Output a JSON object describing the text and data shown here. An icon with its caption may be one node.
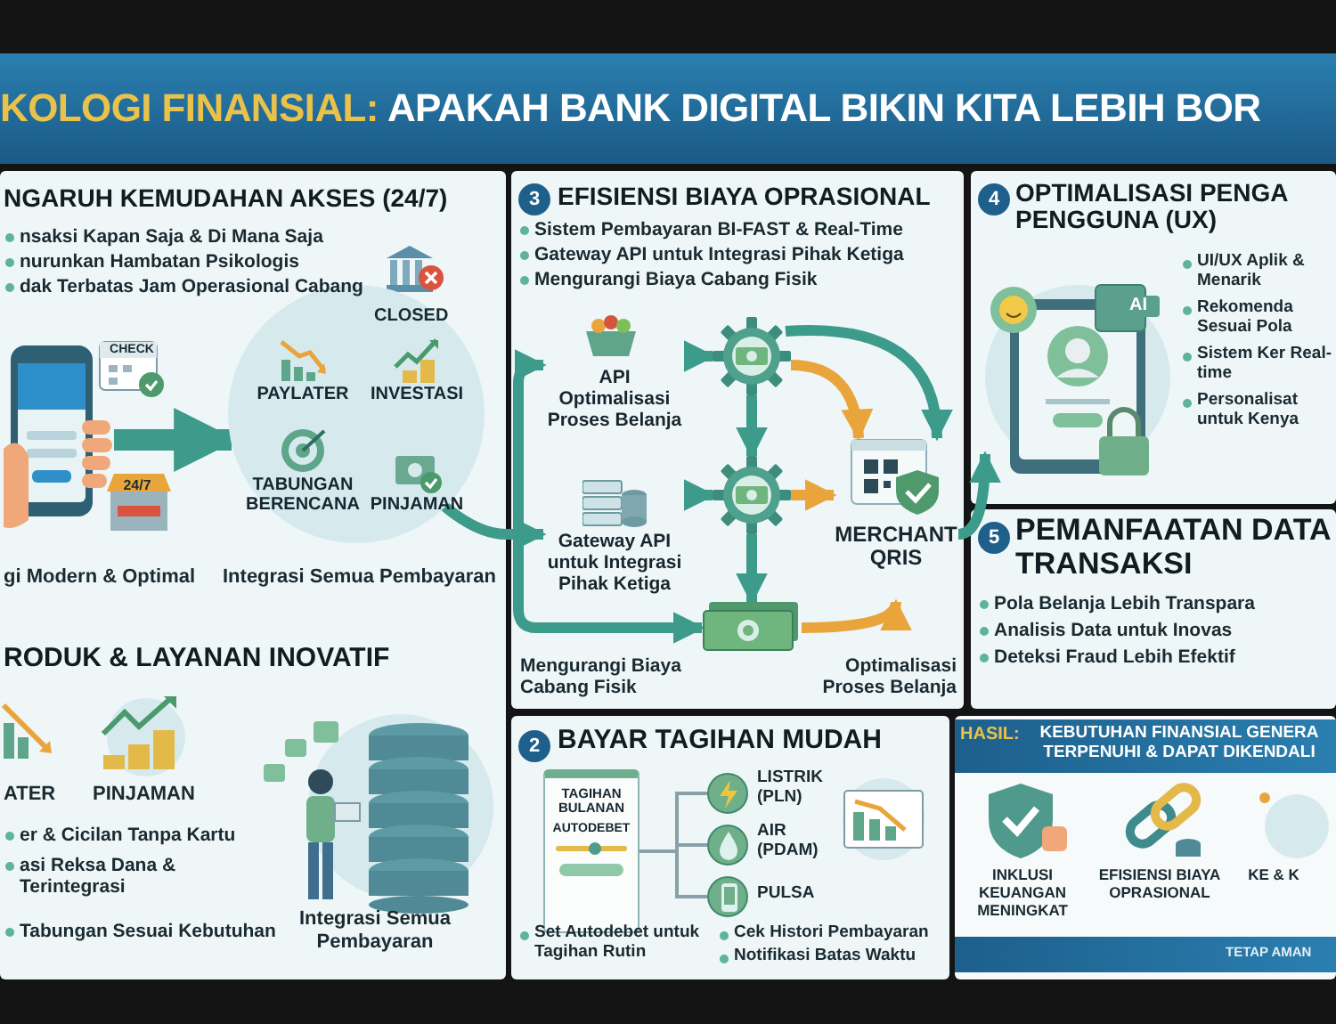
{
  "diagram": {
    "title": "KOLOGI FINANSIAL: APAKAH BANK DIGITAL BIKIN KITA LEBIH BOR",
    "nodes": [
      {
        "text": [],
        "shape": "picture",
        "beside": [
          "gi Modern & Optimal"
        ]
      },
      {
        "text": [
          "PAYLATER",
          "INVESTASI",
          "TABUNGAN BERENCANA",
          "PINJAMAN"
        ],
        "beside": [
          "Integrasi Semua Pembayaran"
        ]
      },
      {
        "text": [
          "API",
          "Optimalisasi Proses Belanja"
        ]
      },
      {
        "text": [],
        "shape": "picture"
      },
      {
        "text": [
          "Gateway API untuk Integrasi Pihak Ketiga"
        ]
      },
      {
        "text": [],
        "shape": "picture"
      },
      {
        "text": [],
        "shape": "picture"
      },
      {
        "text": [
          "MERCHANT QRIS"
        ]
      },
      {
        "text": [],
        "shape": "picture"
      },
      {
        "text": [
          "TAGIHAN BULANAN",
          "AUTODEBET"
        ]
      },
      {
        "text": [],
        "shape": "circle",
        "beside": [
          "LISTRIK (PLN)"
        ]
      },
      {
        "text": [],
        "shape": "circle",
        "beside": [
          "AIR (PDAM)"
        ]
      },
      {
        "text": [],
        "shape": "circle",
        "beside": [
          "PULSA"
        ]
      }
    ],
    "edges": [
      {
        "from": 0,
        "to": 1,
        "arrow": "to",
        "style": "thick"
      },
      {
        "from": 2,
        "to": 3,
        "arrow": "to"
      },
      {
        "from": 3,
        "to": 5,
        "arrow": "to"
      },
      {
        "from": 5,
        "to": 6,
        "arrow": "to"
      },
      {
        "from": 4,
        "to": 5,
        "arrow": "to"
      },
      {
        "from": 3,
        "to": 7,
        "arrow": "to",
        "color": "#e9a53c"
      },
      {
        "from": 3,
        "to": 7,
        "arrow": "to"
      },
      {
        "from": 5,
        "to": 7,
        "arrow": "to",
        "color": "#e9a53c"
      },
      {
        "from": 6,
        "to": 7,
        "arrow": "to",
        "color": "#e9a53c"
      },
      {
        "from": 7,
        "to": 8,
        "arrow": "to"
      },
      {
        "from": null,
        "to": 2,
        "arrow": "to"
      },
      {
        "from": 1,
        "to": 4,
        "arrow": "to"
      },
      {
        "from": null,
        "to": 6,
        "arrow": "to"
      },
      {
        "from": 9,
        "to": 10,
        "arrow": "none",
        "color": "#8aa0a8"
      },
      {
        "from": 9,
        "to": 11,
        "arrow": "none",
        "color": "#8aa0a8"
      },
      {
        "from": 9,
        "to": 12,
        "arrow": "none",
        "color": "#8aa0a8"
      }
    ],
    "labels": [
      "NGARUH KEMUDAHAN AKSES (24/7)",
      "3",
      "EFISIENSI BIAYA OPRASIONAL",
      "4",
      "OPTIMALISASI PENGA PENGGUNA (UX)",
      "nsaksi Kapan Saja & Di Mana Saja",
      "Sistem Pembayaran BI-FAST & Real-Time",
      "nurunkan Hambatan Psikologis",
      "Gateway API untuk Integrasi Pihak Ketiga",
      "UI/UX Aplik & Menarik",
      "dak Terbatas Jam Operasional Cabang",
      "Mengurangi Biaya Cabang Fisik",
      "CLOSED",
      "AI",
      "Rekomenda Sesuai Pola",
      "CHECK",
      "Sistem Ker Real-time",
      "Personalisat untuk Kenya",
      "24/7",
      "5",
      "PEMANFAATAN DATA TRANSAKSI",
      "Pola Belanja Lebih Transpara",
      "Analisis Data untuk Inovas",
      "RODUK & LAYANAN INOVATIF",
      "Mengurangi Biaya Cabang Fisik",
      "Optimalisasi Proses Belanja",
      "Deteksi Fraud Lebih Efektif",
      "2",
      "BAYAR TAGIHAN MUDAH",
      "HASIL:",
      "KEBUTUHAN FINANSIAL GENERA TERPENUHI & DAPAT DIKENDALI",
      "ATER",
      "PINJAMAN",
      "er & Cicilan Tanpa Kartu",
      "asi Reksa Dana & Terintegrasi",
      "INKLUSI KEUANGAN MENINGKAT",
      "EFISIENSI BIAYA OPRASIONAL",
      "KE & K",
      "Tabungan Sesuai Kebutuhan",
      "Integrasi Semua Pembayaran",
      "Set Autodebet untuk Tagihan Rutin",
      "Cek Histori Pembayaran",
      "Notifikasi Batas Waktu",
      "TETAP AMAN"
    ]
  }
}
